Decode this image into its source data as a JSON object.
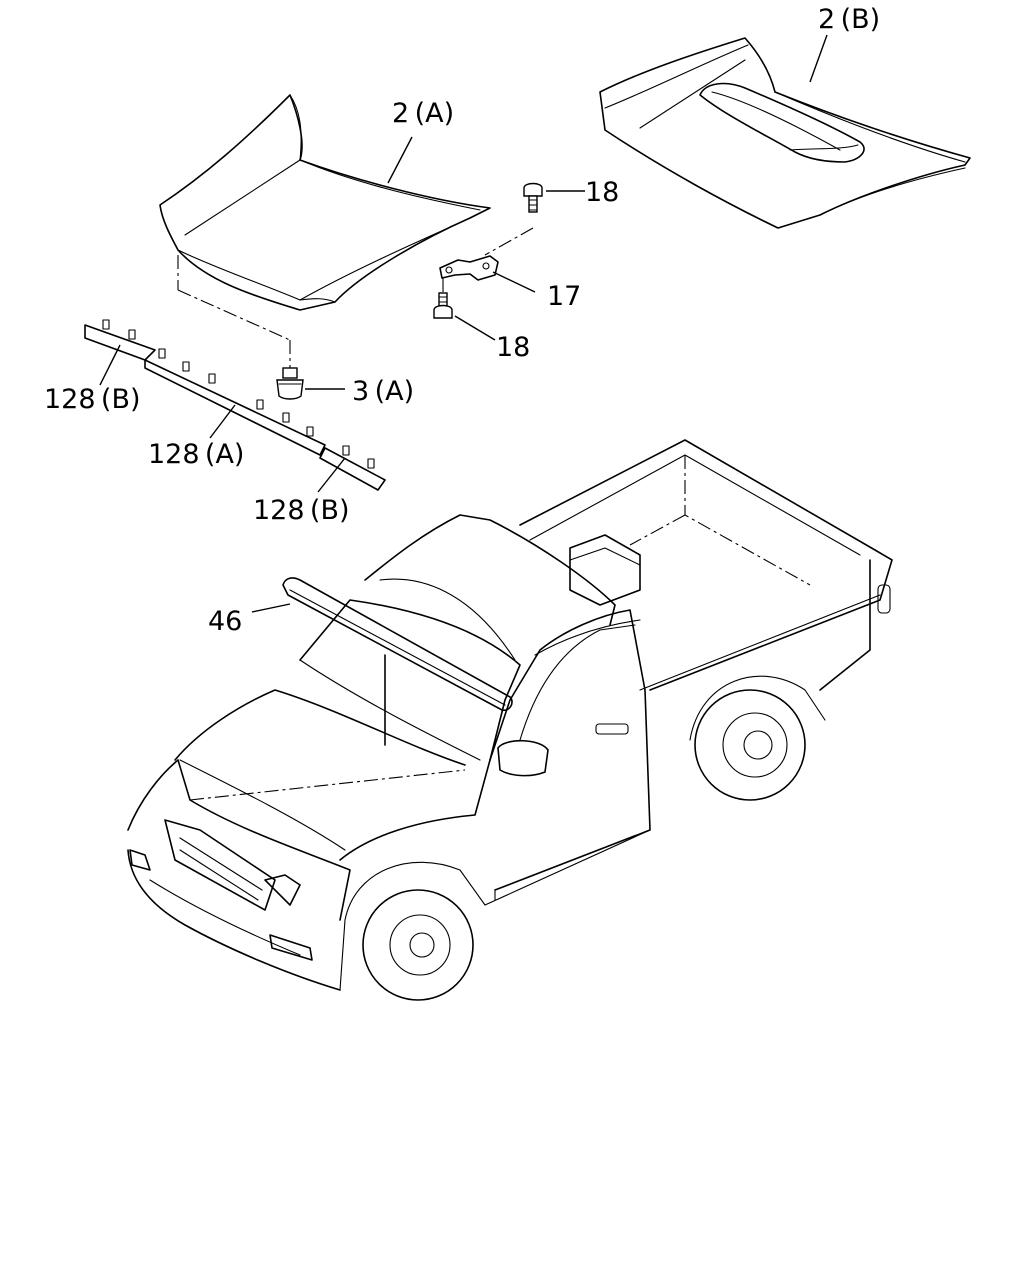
{
  "callouts": {
    "hood_a": "2 (A)",
    "hood_b": "2 (B)",
    "bolt_upper": "18",
    "hinge": "17",
    "bolt_lower": "18",
    "bumper_stop": "3 (A)",
    "seal_b_left": "128 (B)",
    "seal_a": "128 (A)",
    "seal_b_right": "128 (B)",
    "weatherstrip": "46"
  }
}
